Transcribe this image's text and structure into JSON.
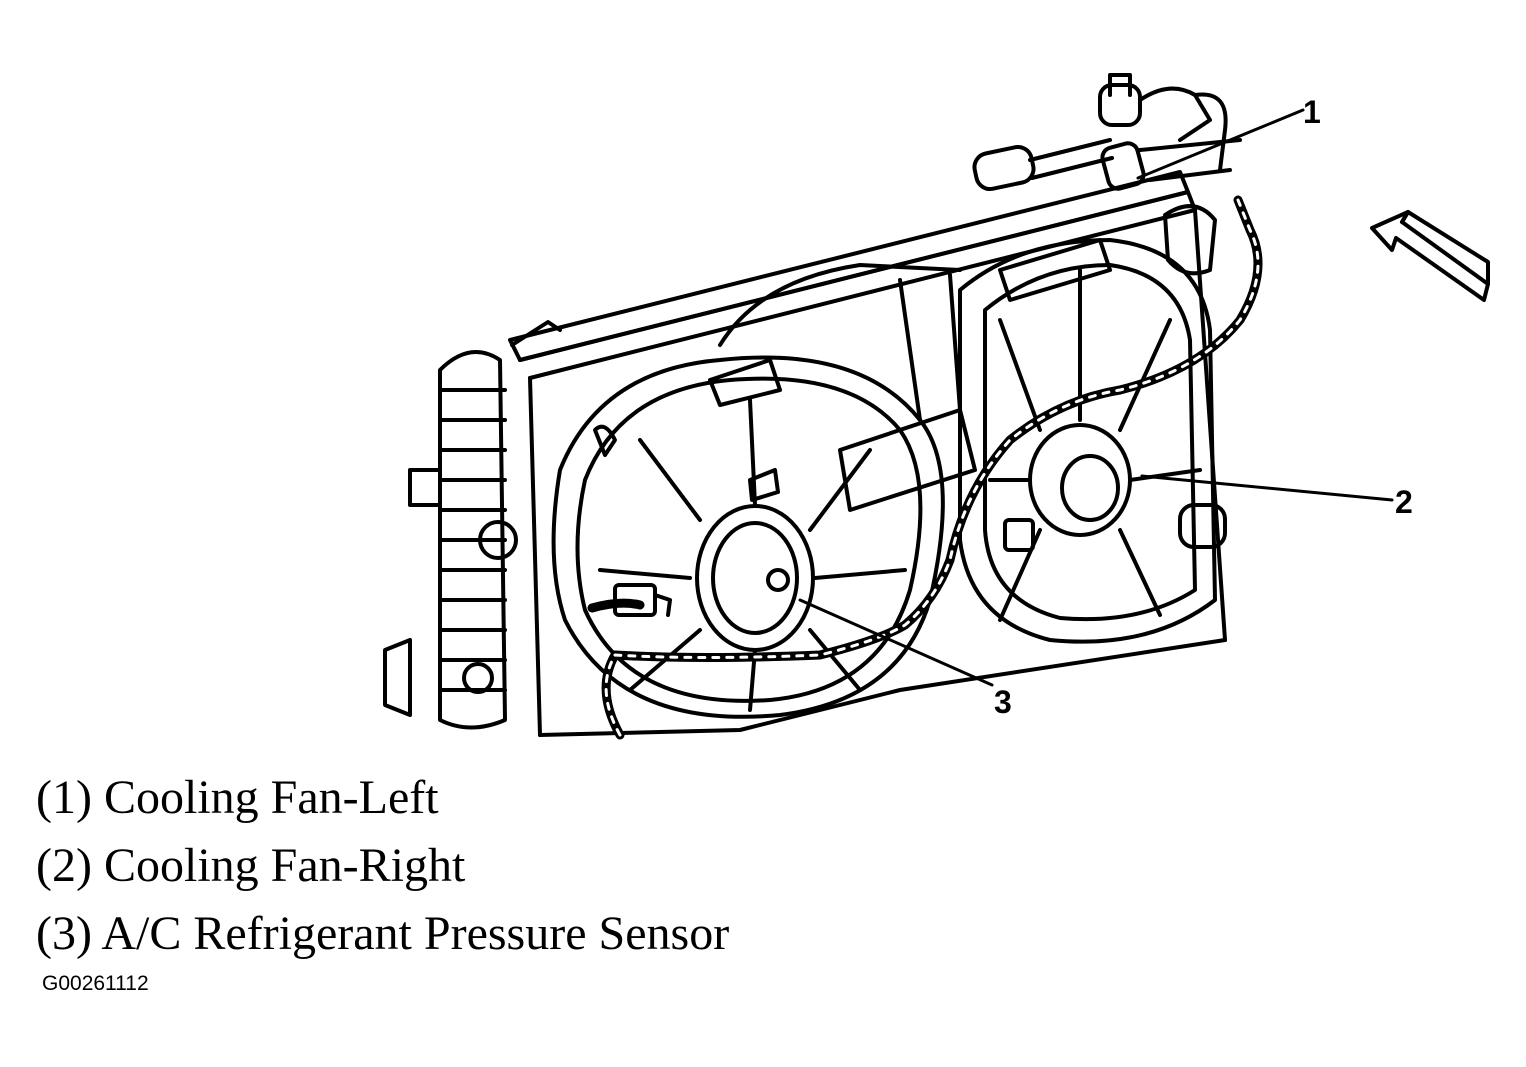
{
  "diagram": {
    "callouts": [
      {
        "number": "1",
        "text": "(1) Cooling Fan-Left"
      },
      {
        "number": "2",
        "text": "(2) Cooling Fan-Right"
      },
      {
        "number": "3",
        "text": "(3) A/C Refrigerant Pressure Sensor"
      }
    ],
    "figure_code": "G00261112"
  },
  "colors": {
    "ink": "#000000",
    "paper": "#ffffff"
  },
  "icons": [
    "front-direction-arrow-icon"
  ]
}
